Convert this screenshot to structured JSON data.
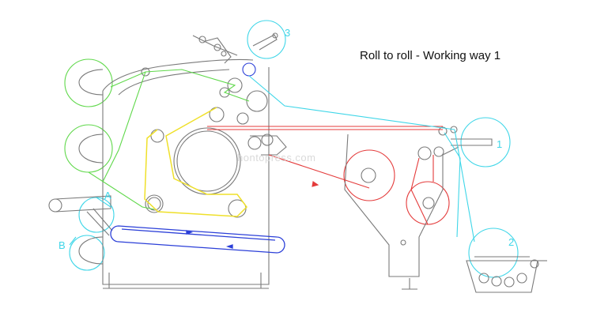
{
  "title": "Roll to roll - Working way 1",
  "watermark": "hontopress.com",
  "labels": {
    "unwind_1": "1",
    "rewind_2": "2",
    "rewind_3": "3",
    "point_a": "A",
    "point_b": "B"
  },
  "colors": {
    "frame": "#7a7a7a",
    "cyan": "#3fd6e8",
    "green": "#5fd84a",
    "yellow": "#efe02a",
    "red": "#e43b3b",
    "blue": "#2b3fd8"
  }
}
